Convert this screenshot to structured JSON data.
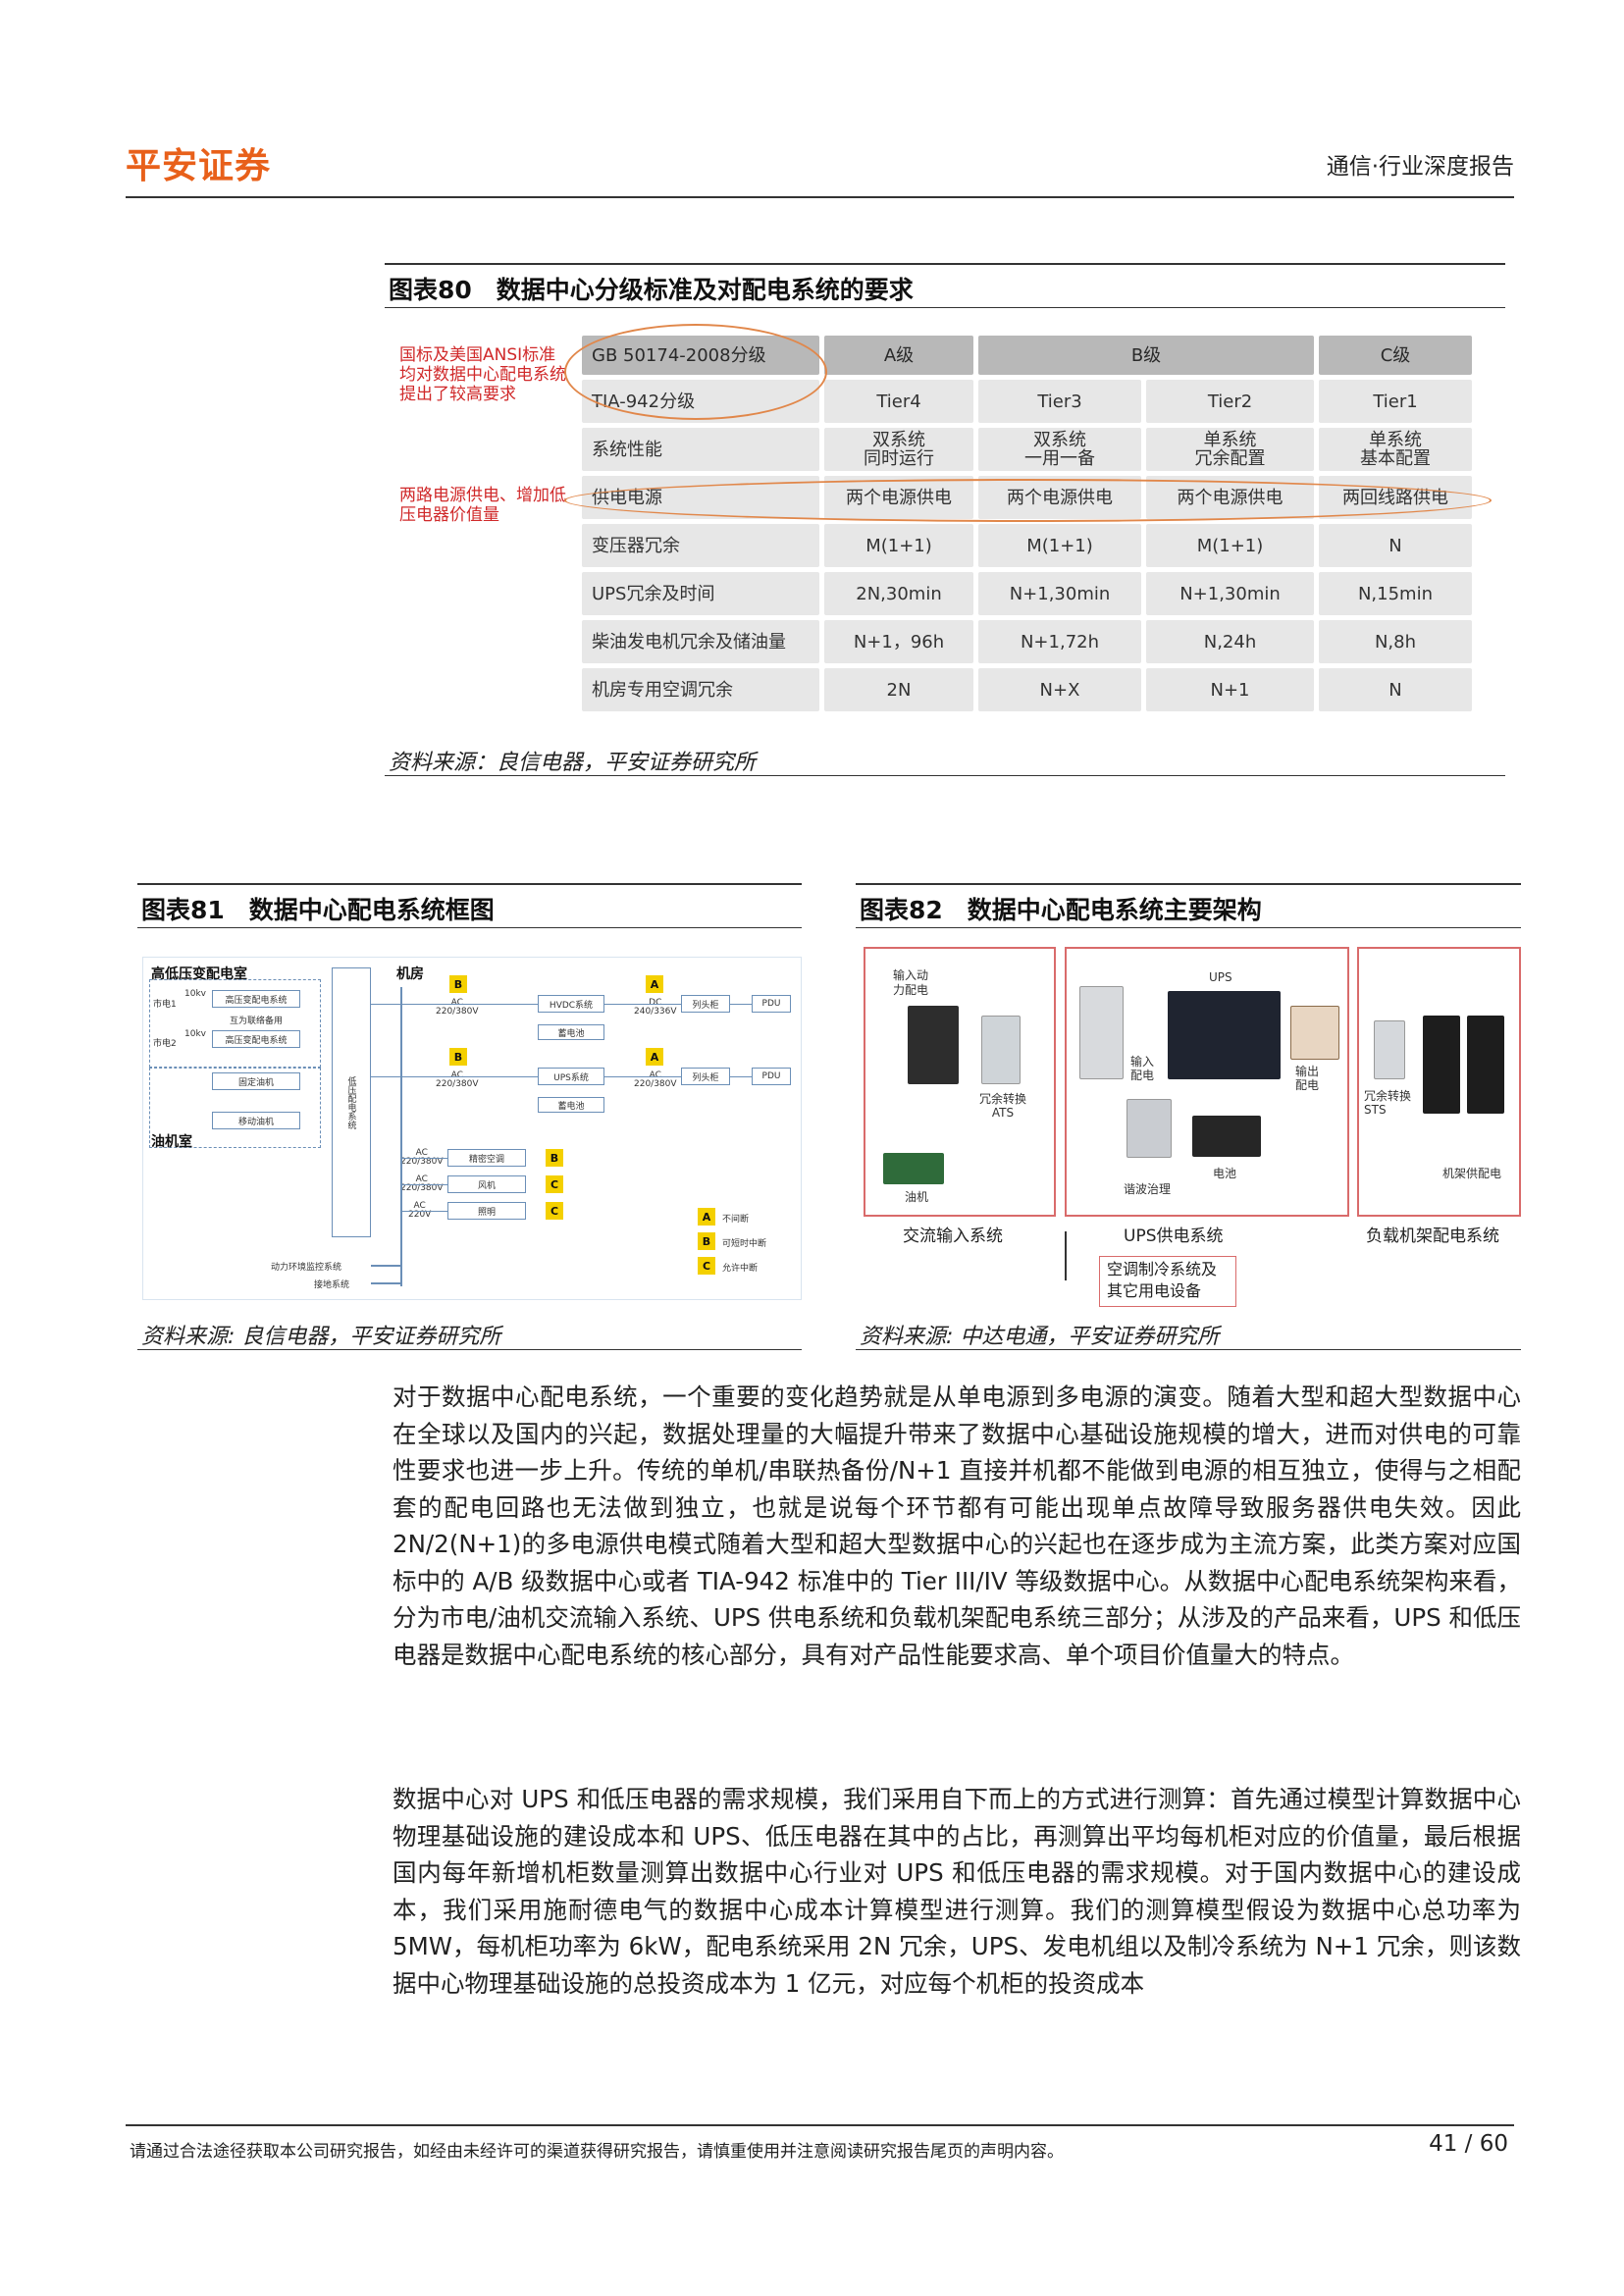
{
  "header": {
    "logo": "平安证券",
    "report_type": "通信·行业深度报告"
  },
  "fig80": {
    "title": "图表80　数据中心分级标准及对配电系统的要求",
    "annotation_top": "国标及美国ANSI标准均对数据中心配电系统提出了较高要求",
    "annotation_mid": "两路电源供电、增加低压电器价值量",
    "rows": [
      [
        "GB 50174-2008分级",
        "A级",
        "B级",
        "C级"
      ],
      [
        "TIA-942分级",
        "Tier4",
        "Tier3",
        "Tier2",
        "Tier1"
      ],
      [
        "系统性能",
        "双系统\n同时运行",
        "双系统\n一用一备",
        "单系统\n冗余配置",
        "单系统\n基本配置"
      ],
      [
        "供电电源",
        "两个电源供电",
        "两个电源供电",
        "两个电源供电",
        "两回线路供电"
      ],
      [
        "变压器冗余",
        "M(1+1)",
        "M(1+1)",
        "M(1+1)",
        "N"
      ],
      [
        "UPS冗余及时间",
        "2N,30min",
        "N+1,30min",
        "N+1,30min",
        "N,15min"
      ],
      [
        "柴油发电机冗余及储油量",
        "N+1，96h",
        "N+1,72h",
        "N,24h",
        "N,8h"
      ],
      [
        "机房专用空调冗余",
        "2N",
        "N+X",
        "N+1",
        "N"
      ]
    ],
    "source": "资料来源：良信电器，平安证券研究所"
  },
  "fig81": {
    "title": "图表81　数据中心配电系统框图",
    "source": "资料来源: 良信电器，平安证券研究所",
    "room_hv": "高低压变配电室",
    "room_machine": "机房",
    "room_oil": "油机室",
    "mains1": "市电1",
    "mains2": "市电2",
    "kv": "10kv",
    "hv_panel": "高压变配电系统",
    "backup": "互为联络备用",
    "fixed_oil": "固定油机",
    "mobile_oil": "移动油机",
    "lv_system": "低压配电系统",
    "hvdc": "HVDC系统",
    "ups": "UPS系统",
    "battery": "蓄电池",
    "cabinet": "列头柜",
    "pdu": "PDU",
    "ac_220_380": "AC\n220/380V",
    "dc_240_336": "DC\n240/336V",
    "ac_220": "AC\n220V",
    "precision_ac": "精密空调",
    "fan": "风机",
    "lighting": "照明",
    "env_monitor": "动力环境监控系统",
    "grounding": "接地系统",
    "legend_a": "不间断",
    "legend_b": "可短时中断",
    "legend_c": "允许中断",
    "a": "A",
    "b": "B",
    "c": "C"
  },
  "fig82": {
    "title": "图表82　数据中心配电系统主要架构",
    "source": "资料来源: 中达电通，平安证券研究所",
    "input_power": "输入动\n力配电",
    "redundant_ats": "冗余转换\nATS",
    "generator": "油机",
    "ups": "UPS",
    "input_dist": "输入\n配电",
    "output_dist": "输出\n配电",
    "harmonic": "谐波治理",
    "battery": "电池",
    "redundant_sts": "冗余转换\nSTS",
    "rack_pdu": "机架供配电",
    "ac_input_system": "交流输入系统",
    "ups_system": "UPS供电系统",
    "rack_system": "负载机架配电系统",
    "cooling": "空调制冷系统及\n其它用电设备"
  },
  "body": {
    "p1": "对于数据中心配电系统，一个重要的变化趋势就是从单电源到多电源的演变。随着大型和超大型数据中心在全球以及国内的兴起，数据处理量的大幅提升带来了数据中心基础设施规模的增大，进而对供电的可靠性要求也进一步上升。传统的单机/串联热备份/N+1 直接并机都不能做到电源的相互独立，使得与之相配套的配电回路也无法做到独立，也就是说每个环节都有可能出现单点故障导致服务器供电失效。因此 2N/2(N+1)的多电源供电模式随着大型和超大型数据中心的兴起也在逐步成为主流方案，此类方案对应国标中的 A/B 级数据中心或者 TIA-942 标准中的 Tier III/IV 等级数据中心。从数据中心配电系统架构来看，分为市电/油机交流输入系统、UPS 供电系统和负载机架配电系统三部分；从涉及的产品来看，UPS 和低压电器是数据中心配电系统的核心部分，具有对产品性能要求高、单个项目价值量大的特点。",
    "p2": "数据中心对 UPS 和低压电器的需求规模，我们采用自下而上的方式进行测算：首先通过模型计算数据中心物理基础设施的建设成本和 UPS、低压电器在其中的占比，再测算出平均每机柜对应的价值量，最后根据国内每年新增机柜数量测算出数据中心行业对 UPS 和低压电器的需求规模。对于国内数据中心的建设成本，我们采用施耐德电气的数据中心成本计算模型进行测算。我们的测算模型假设为数据中心总功率为 5MW，每机柜功率为 6kW，配电系统采用 2N 冗余，UPS、发电机组以及制冷系统为 N+1 冗余，则该数据中心物理基础设施的总投资成本为 1 亿元，对应每个机柜的投资成本"
  },
  "footer": {
    "disclaimer": "请通过合法途径获取本公司研究报告，如经由未经许可的渠道获得研究报告，请慎重使用并注意阅读研究报告尾页的声明内容。",
    "page": "41 / 60"
  }
}
